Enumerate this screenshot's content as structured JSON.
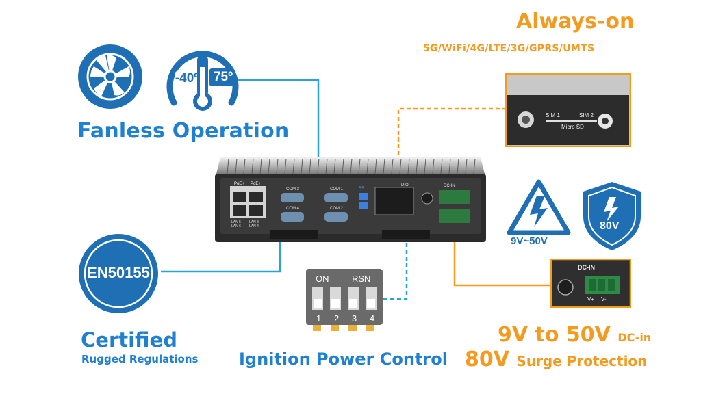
{
  "features": {
    "fanless_title": "Fanless Operation",
    "temp_low": "-40º",
    "temp_high": "75º",
    "certified_title": "Certified",
    "certified_sub": "Rugged Regulations",
    "en_badge": "EN50155",
    "ignition_title": "Ignition Power Control",
    "always_on_title": "Always-on",
    "wireless_list": "5G/WiFi/4G/LTE/3G/GPRS/UMTS",
    "dc_in_value": "9V to 50V",
    "dc_in_suffix": "DC-in",
    "surge_value": "80V",
    "surge_suffix": "Surge Protection",
    "range_label": "9V~50V",
    "surge_badge": "80V"
  },
  "dip_switch": {
    "on_label": "ON",
    "rsn_label": "RSN",
    "numbers": [
      "1",
      "2",
      "3",
      "4"
    ]
  },
  "sim_panel": {
    "sim1": "SIM 1",
    "sim2": "SIM 2",
    "micro_sd": "Micro SD"
  },
  "dc_panel": {
    "title": "DC-IN",
    "vplus": "V+",
    "vminus": "V-"
  },
  "device_ports": {
    "poe1": "PoE+",
    "poe2": "PoE+",
    "lan_left": "LAN 5 LAN 6",
    "lan_right": "LAN 3 LAN 4",
    "com3": "COM 3",
    "com1": "COM 1",
    "com4": "COM 4",
    "com2": "COM 2",
    "usb": "SS",
    "dio": "DIO",
    "dcin": "DC-IN"
  },
  "colors": {
    "blue": "#1f6fb5",
    "light_blue": "#1f7fd0",
    "orange": "#f39a1f",
    "device_dark": "#2a2a2a"
  }
}
